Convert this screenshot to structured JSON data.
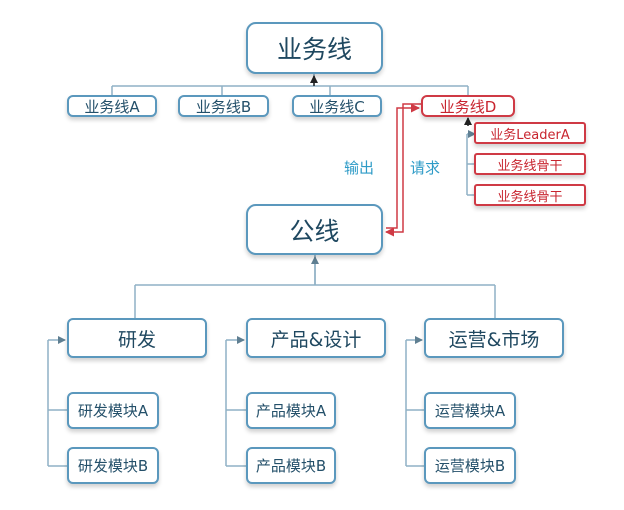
{
  "colors": {
    "line": "#8fb1c5",
    "box_border": "#5b98bd",
    "highlight": "#cf3a45",
    "label": "#2e9bc7"
  },
  "top": {
    "title": "业务线"
  },
  "lines": [
    "业务线A",
    "业务线B",
    "业务线C",
    "业务线D"
  ],
  "line_d_children": [
    "业务LeaderA",
    "业务线骨干",
    "业务线骨干"
  ],
  "edge_labels": {
    "output": "输出",
    "request": "请求"
  },
  "public": {
    "title": "公线"
  },
  "departments": [
    {
      "title": "研发",
      "modules": [
        "研发模块A",
        "研发模块B"
      ]
    },
    {
      "title": "产品&设计",
      "modules": [
        "产品模块A",
        "产品模块B"
      ]
    },
    {
      "title": "运营&市场",
      "modules": [
        "运营模块A",
        "运营模块B"
      ]
    }
  ]
}
